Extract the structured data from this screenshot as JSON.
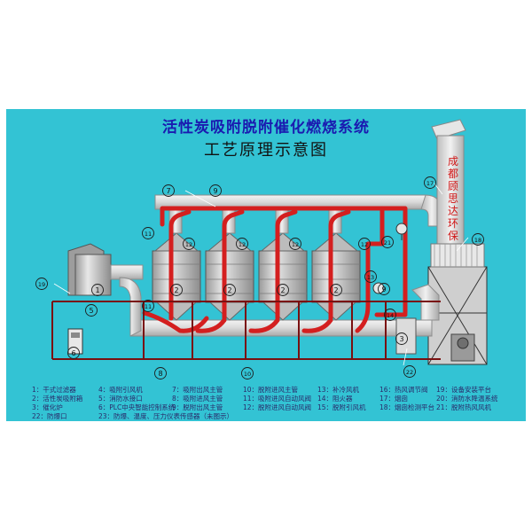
{
  "title": "活性炭吸附脱附催化燃烧系统",
  "subtitle": "工艺原理示意图",
  "chimney_label": [
    "成",
    "都",
    "顾",
    "思",
    "达",
    "环",
    "保"
  ],
  "callouts": [
    {
      "id": "c1",
      "text": "1"
    },
    {
      "id": "c2a",
      "text": "2"
    },
    {
      "id": "c2b",
      "text": "2"
    },
    {
      "id": "c2c",
      "text": "2"
    },
    {
      "id": "c2d",
      "text": "2"
    },
    {
      "id": "c3",
      "text": "3"
    },
    {
      "id": "c5",
      "text": "5"
    },
    {
      "id": "c6",
      "text": "6"
    },
    {
      "id": "c7",
      "text": "7"
    },
    {
      "id": "c8",
      "text": "8"
    },
    {
      "id": "c9a",
      "text": "9"
    },
    {
      "id": "c9b",
      "text": "9"
    },
    {
      "id": "c10",
      "text": "10"
    },
    {
      "id": "c11a",
      "text": "11"
    },
    {
      "id": "c11b",
      "text": "11"
    },
    {
      "id": "c12a",
      "text": "12"
    },
    {
      "id": "c12b",
      "text": "12"
    },
    {
      "id": "c12c",
      "text": "12"
    },
    {
      "id": "c12d",
      "text": "12"
    },
    {
      "id": "c13",
      "text": "13"
    },
    {
      "id": "c14",
      "text": "14"
    },
    {
      "id": "c17",
      "text": "17"
    },
    {
      "id": "c18",
      "text": "18"
    },
    {
      "id": "c19",
      "text": "19"
    },
    {
      "id": "c21",
      "text": "21"
    },
    {
      "id": "c22",
      "text": "22"
    }
  ],
  "legend": [
    [
      "1：干式过滤器",
      "4：吸附引风机",
      "7：吸附出风主管",
      "10：脱附进风主管",
      "13：补冷风机",
      "16：热风调节阀",
      "19：设备安装平台"
    ],
    [
      "2：活性炭吸附箱",
      "5：消防水接口",
      "8：吸附进风主管",
      "11：吸附进风自动风阀",
      "14：阻火器",
      "17：烟囱",
      "20：消防水降温系统"
    ],
    [
      "3：催化炉",
      "6：PLC中央智能控制系统",
      "9：脱附出风主管",
      "12：脱附进风自动风阀",
      "15：脱附引风机",
      "18：烟囱检测平台",
      "21：脱附热风风机"
    ],
    [
      "22：防爆口",
      "23：防爆、温度、压力仪表传感器（未图示）"
    ]
  ],
  "colors": {
    "background": "#33c3d4",
    "duct": "#d9d9d9",
    "hot_pipe": "#d41f1f",
    "frame": "#7a1010",
    "title": "#1a1ab0"
  }
}
